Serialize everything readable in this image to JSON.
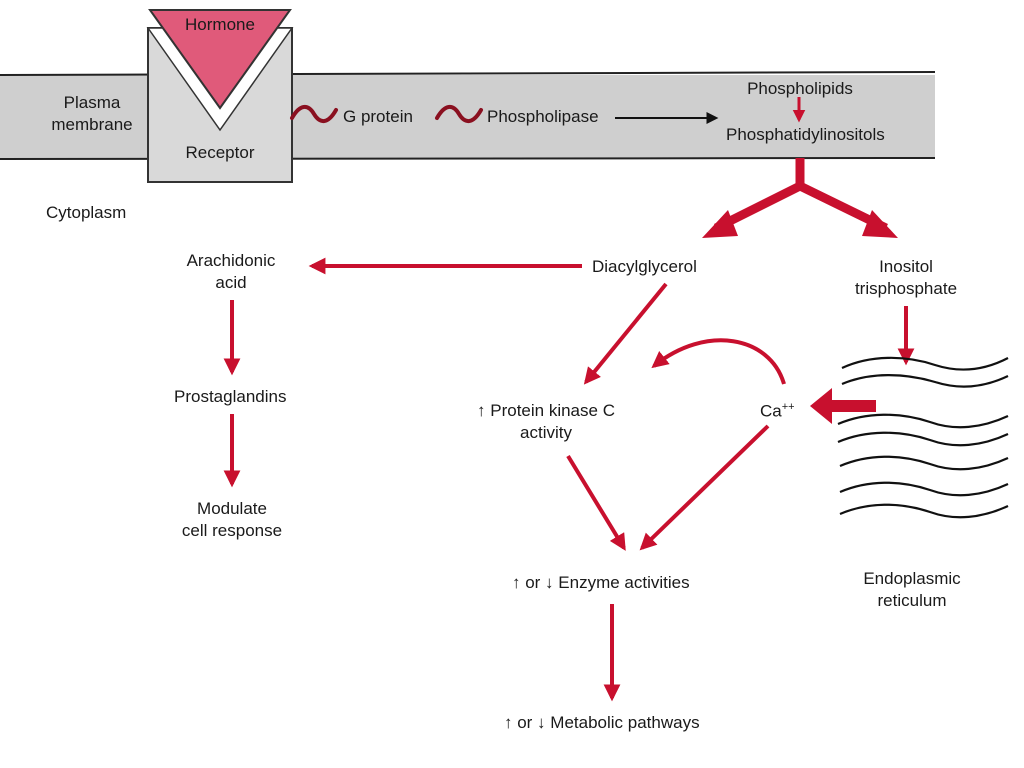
{
  "colors": {
    "arrow": "#c8102e",
    "membrane_fill": "#cfcfcf",
    "hormone_fill": "#e05a7a",
    "receptor_fill": "#d9d9d9",
    "text": "#1a1a1a",
    "membrane_line": "#222222"
  },
  "labels": {
    "hormone": "Hormone",
    "receptor": "Receptor",
    "plasma_membrane": [
      "Plasma",
      "membrane"
    ],
    "cytoplasm": "Cytoplasm",
    "g_protein": "G protein",
    "phospholipase": "Phospholipase",
    "phospholipids": "Phospholipids",
    "phosphatidylinositols": "Phosphatidylinositols",
    "arachidonic_acid": [
      "Arachidonic",
      "acid"
    ],
    "diacylglycerol": "Diacylglycerol",
    "inositol_trisphosphate": [
      "Inositol",
      "trisphosphate"
    ],
    "prostaglandins": "Prostaglandins",
    "protein_kinase_c": [
      "↑ Protein kinase C",
      "activity"
    ],
    "calcium": "Ca",
    "calcium_charge": "++",
    "modulate_cell_response": [
      "Modulate",
      "cell response"
    ],
    "enzyme_activities": "↑ or ↓ Enzyme activities",
    "endoplasmic_reticulum": [
      "Endoplasmic",
      "reticulum"
    ],
    "metabolic_pathways": "↑ or ↓ Metabolic pathways"
  },
  "icons": {
    "coupling": "tilde-squiggle-icon"
  }
}
